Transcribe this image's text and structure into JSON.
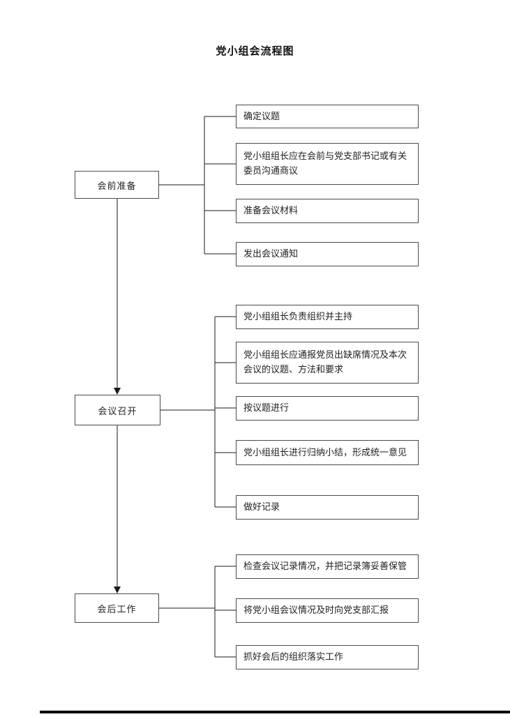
{
  "page": {
    "title": "党小组会流程图"
  },
  "flowchart": {
    "stages": [
      {
        "label": "会前准备",
        "items": [
          "确定议题",
          "党小组组长应在会前与党支部书记或有关委员沟通商议",
          "准备会议材料",
          "发出会议通知"
        ]
      },
      {
        "label": "会议召开",
        "items": [
          "党小组组长负责组织并主持",
          "党小组组长应通报党员出缺席情况及本次会议的议题、方法和要求",
          "按议题进行",
          "党小组组长进行归纳小结，形成统一意见",
          "做好记录"
        ]
      },
      {
        "label": "会后工作",
        "items": [
          "检查会议记录情况，并把记录簿妥善保管",
          "将党小组会议情况及时向党支部汇报",
          "抓好会后的组织落实工作"
        ]
      }
    ]
  }
}
